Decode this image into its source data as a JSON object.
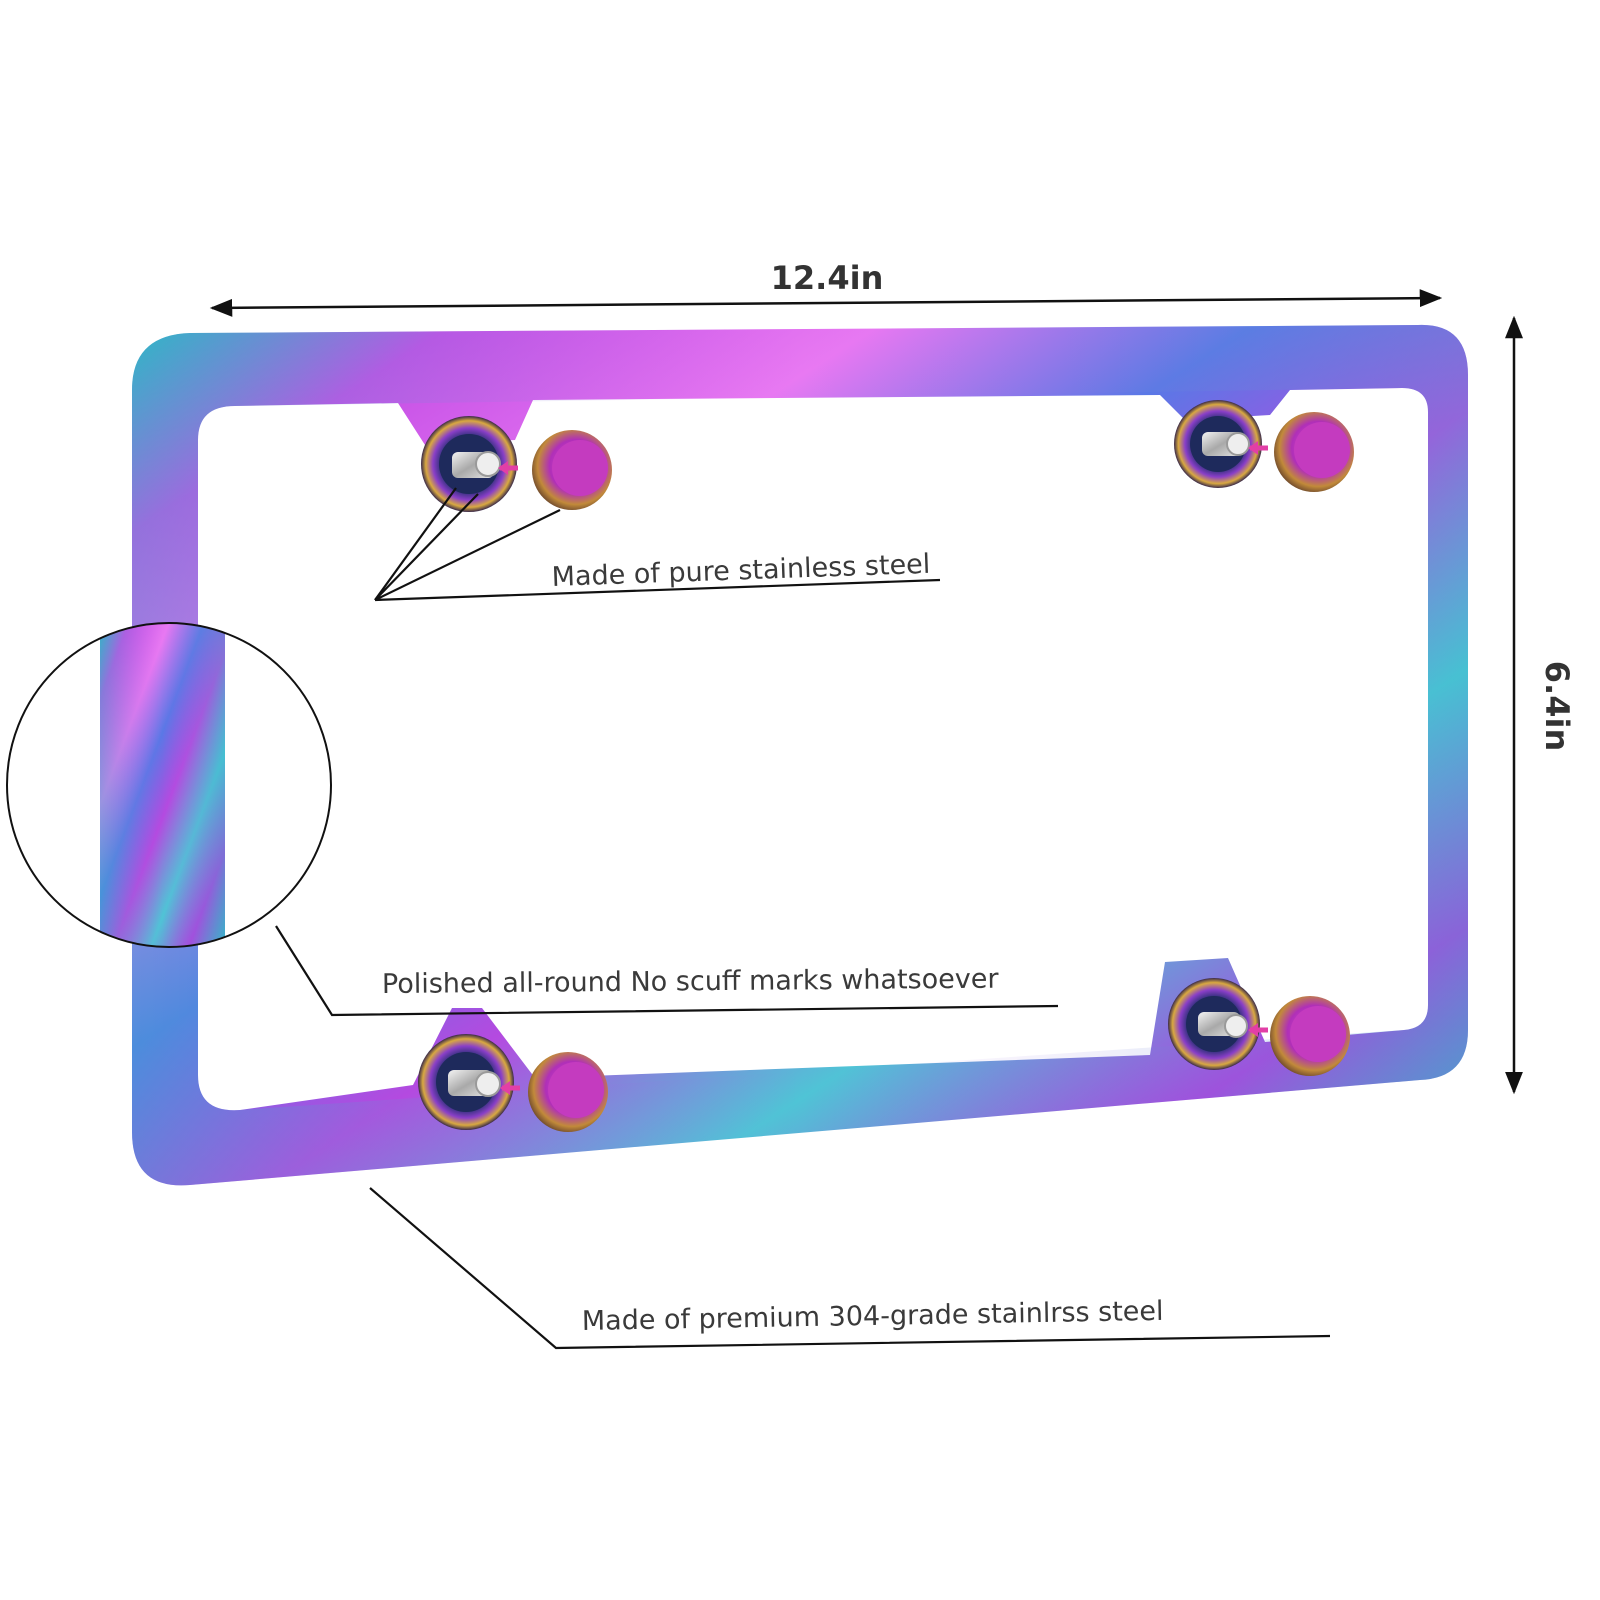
{
  "dimensions": {
    "width_label": "12.4in",
    "height_label": "6.4in"
  },
  "callouts": {
    "hardware": "Made of pure stainless steel",
    "polish": "Polished all-round No scuff marks whatsoever",
    "material": "Made of premium 304-grade stainlrss steel"
  },
  "colors": {
    "frame_gradient": [
      "#1fb5c9",
      "#5a6fe0",
      "#c64ee8",
      "#e86ef0",
      "#3fc7c9"
    ],
    "text": "#3a3a3a",
    "arrow_accent": "#e23fa6"
  },
  "icons": {
    "screw": "screw-icon",
    "cap": "screw-cap-icon",
    "magnifier": "magnifier-circle"
  }
}
